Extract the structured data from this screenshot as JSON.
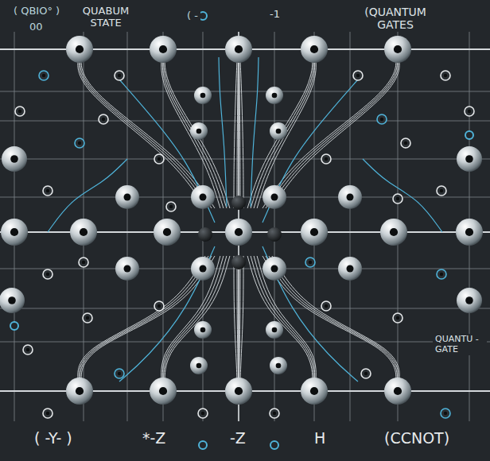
{
  "diagram": {
    "labels": [
      "( QBIO° )",
      "00",
      "QUABUM STATE",
      "( -",
      "-1",
      "(QUANTUM GATES",
      "QUANTU -GATE",
      "( -Y- )",
      "*-Z",
      "-Z",
      "H",
      "(CCNOT)"
    ]
  }
}
